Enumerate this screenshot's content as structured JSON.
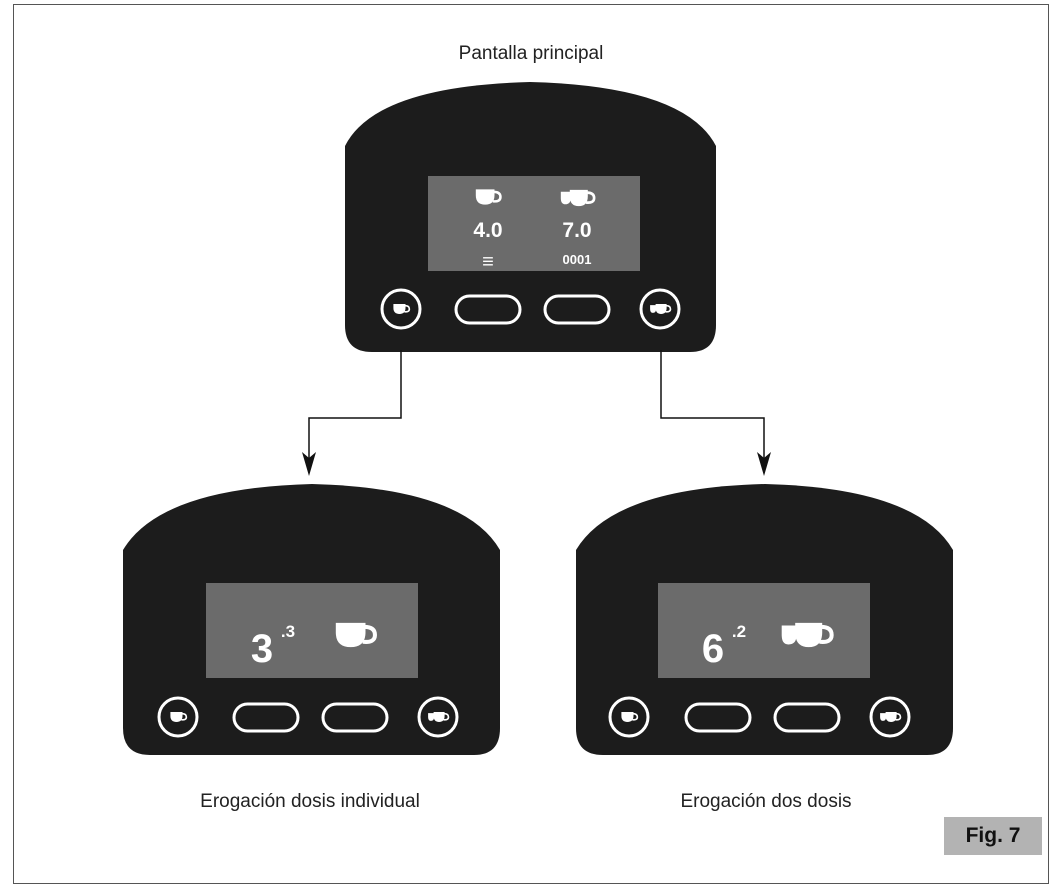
{
  "captions": {
    "main": "Pantalla principal",
    "single": "Erogación dosis individual",
    "double": "Erogación dos dosis"
  },
  "figure_label": "Fig. 7",
  "main_screen": {
    "single_dose_value": "4.0",
    "double_dose_value": "7.0",
    "menu_glyph": "≡",
    "counter": "0001",
    "icons": [
      "single-cup-icon",
      "double-cup-icon",
      "menu-icon"
    ]
  },
  "single_screen": {
    "value_integer": "3",
    "value_decimal": ".3",
    "icon": "single-cup-icon"
  },
  "double_screen": {
    "value_integer": "6",
    "value_decimal": ".2",
    "icon": "double-cup-icon"
  },
  "buttons": [
    "single-cup-button",
    "blank-button",
    "blank-button",
    "double-cup-button"
  ],
  "colors": {
    "panel": "#1c1c1c",
    "screen": "#6b6b6b",
    "fig_badge": "#b3b3b3"
  }
}
